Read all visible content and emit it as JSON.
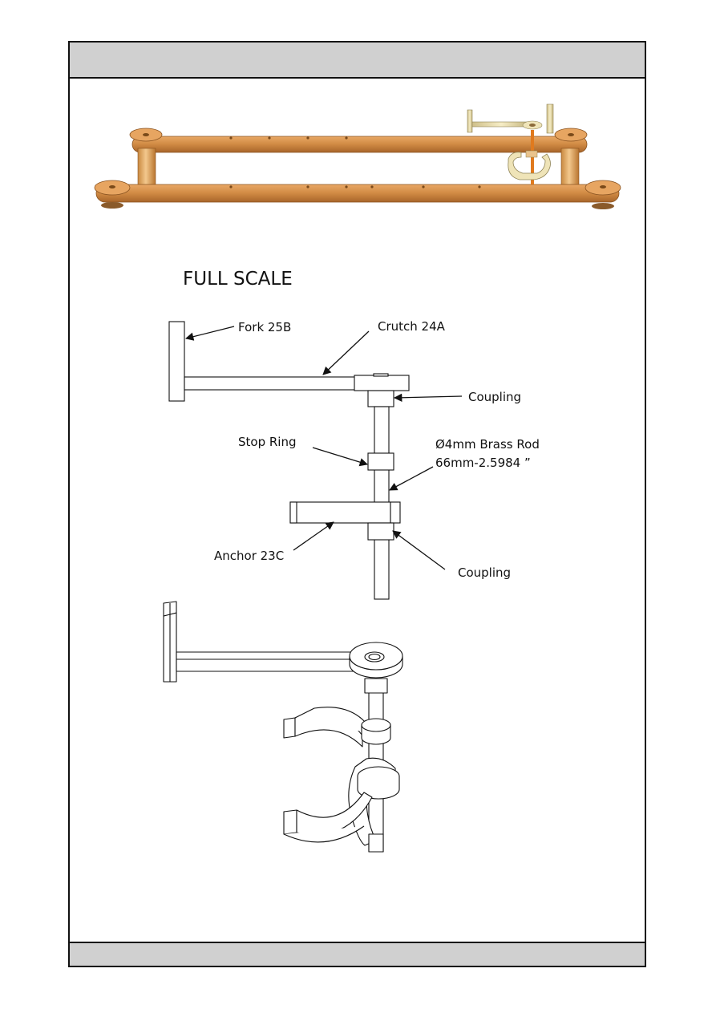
{
  "diagram": {
    "scale_title": "FULL SCALE",
    "labels": {
      "fork": "Fork 25B",
      "crutch": "Crutch 24A",
      "coupling_top": "Coupling",
      "stop_ring": "Stop Ring",
      "brass_rod_line1": "Ø4mm Brass Rod",
      "brass_rod_line2": "66mm-2.5984 ”",
      "anchor": "Anchor 23C",
      "coupling_bottom": "Coupling"
    }
  }
}
